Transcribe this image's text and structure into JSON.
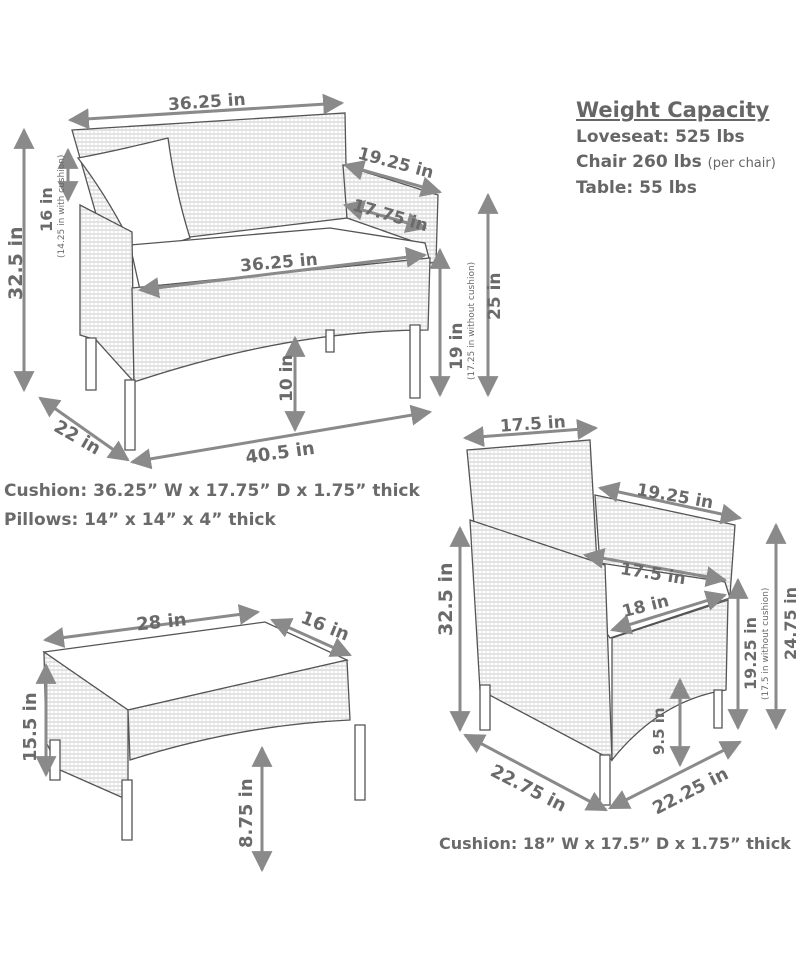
{
  "weight_capacity": {
    "title": "Weight Capacity",
    "loveseat": "Loveseat: 525 lbs",
    "chair": "Chair 260 lbs",
    "chair_note": "(per chair)",
    "table": "Table: 55 lbs"
  },
  "loveseat": {
    "top_width": "36.25 in",
    "arm_depth": "19.25 in",
    "seat_depth": "17.75 in",
    "seat_width": "36.25 in",
    "total_height": "32.5 in",
    "back_height": "16 in",
    "back_height_note": "(14.25 in with cushion)",
    "seat_height": "19 in",
    "seat_height_note": "(17.25 in without cushion)",
    "arm_height": "25 in",
    "clearance": "10 in",
    "depth": "22 in",
    "width": "40.5 in"
  },
  "loveseat_notes": {
    "cushion": "Cushion: 36.25” W x 17.75” D x 1.75” thick",
    "pillows": "Pillows: 14” x 14” x 4” thick"
  },
  "table": {
    "width": "28 in",
    "depth": "16 in",
    "height": "15.5 in",
    "clearance": "8.75 in"
  },
  "chair": {
    "back_width": "17.5 in",
    "arm_depth": "19.25 in",
    "seat_width": "17.5 in",
    "seat_depth": "18 in",
    "total_height": "32.5 in",
    "seat_height": "19.25 in",
    "seat_height_note": "(17.5 in without cushion)",
    "arm_height": "24.75 in",
    "clearance": "9.5 in",
    "width": "22.75 in",
    "depth": "22.25 in"
  },
  "chair_notes": {
    "cushion": "Cushion: 18” W x 17.5” D x 1.75” thick"
  },
  "colors": {
    "arrow": "#8a8a8a",
    "outline": "#555555",
    "text": "#6a6a6a"
  }
}
